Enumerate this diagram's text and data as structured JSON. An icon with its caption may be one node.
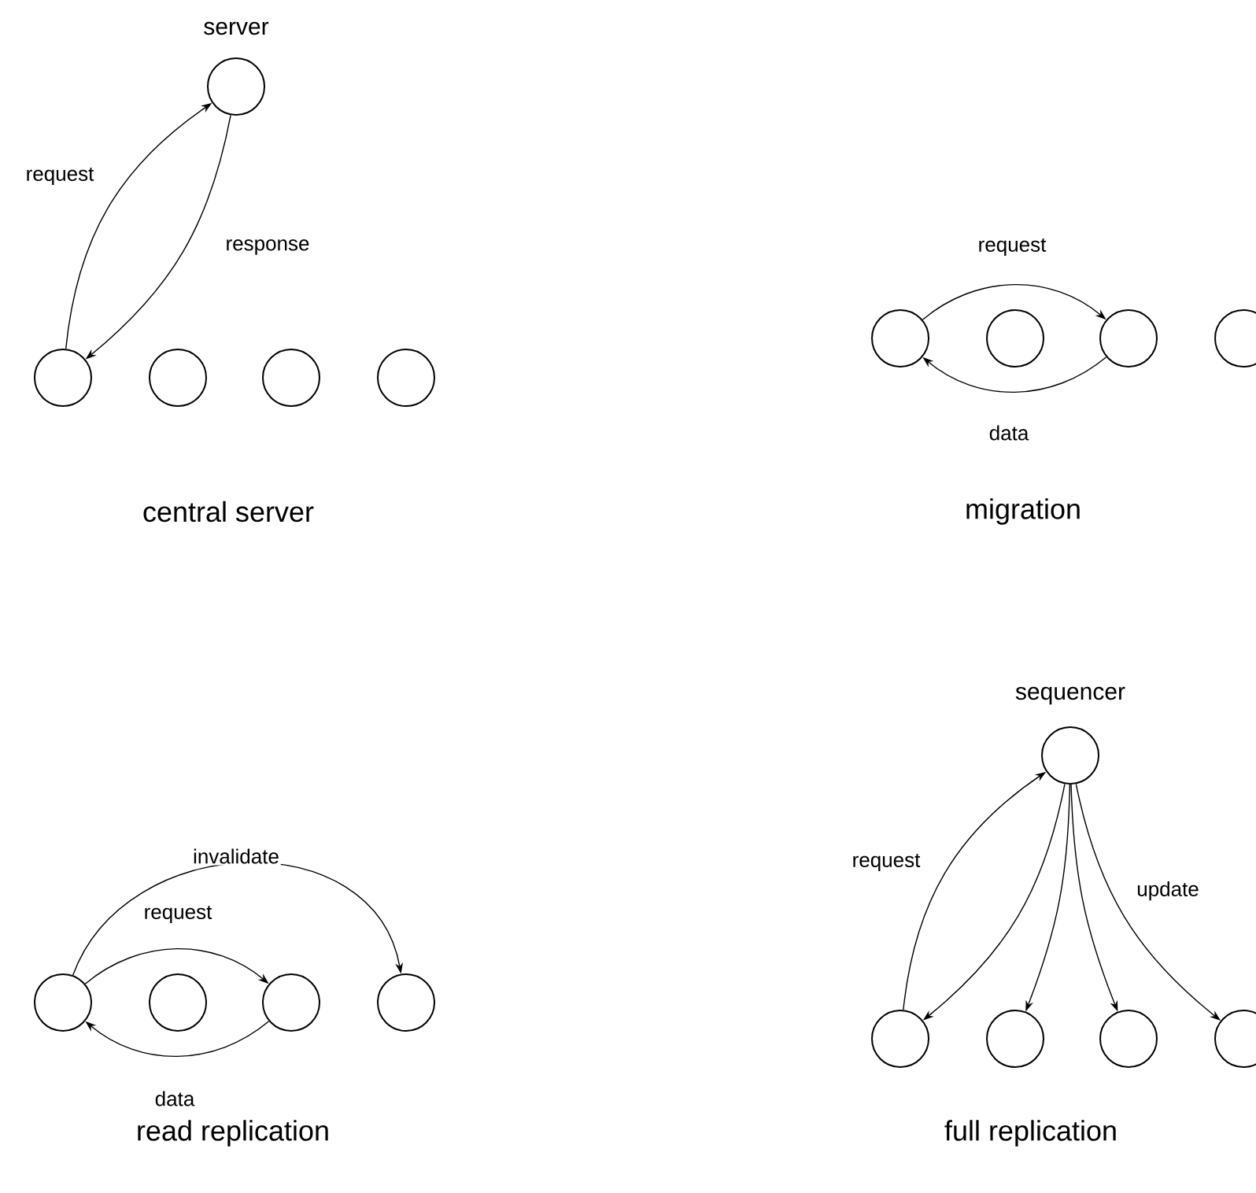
{
  "diagram": {
    "nodes": [
      {
        "text": [],
        "shape": "circle",
        "beside": [
          "server"
        ]
      },
      {
        "text": [],
        "shape": "circle"
      },
      {
        "text": [],
        "shape": "circle"
      },
      {
        "text": [],
        "shape": "circle"
      },
      {
        "text": [],
        "shape": "circle"
      },
      {
        "text": [],
        "shape": "circle"
      },
      {
        "text": [],
        "shape": "circle"
      },
      {
        "text": [],
        "shape": "circle"
      },
      {
        "text": [],
        "shape": "circle"
      },
      {
        "text": [],
        "shape": "circle"
      },
      {
        "text": [],
        "shape": "circle"
      },
      {
        "text": [],
        "shape": "circle"
      },
      {
        "text": [],
        "shape": "circle"
      },
      {
        "text": [],
        "shape": "circle",
        "beside": [
          "sequencer"
        ]
      },
      {
        "text": [],
        "shape": "circle"
      },
      {
        "text": [],
        "shape": "circle"
      },
      {
        "text": [],
        "shape": "circle"
      },
      {
        "text": [],
        "shape": "circle"
      }
    ],
    "edges": [
      {
        "from": 1,
        "to": 0,
        "arrow": "to",
        "label": "request"
      },
      {
        "from": 0,
        "to": 1,
        "arrow": "to",
        "label": "response"
      },
      {
        "from": 5,
        "to": 7,
        "arrow": "to",
        "label": "request"
      },
      {
        "from": 7,
        "to": 5,
        "arrow": "to",
        "label": "data"
      },
      {
        "from": 9,
        "to": 12,
        "arrow": "to",
        "label": "invalidate"
      },
      {
        "from": 9,
        "to": 11,
        "arrow": "to",
        "label": "request"
      },
      {
        "from": 11,
        "to": 9,
        "arrow": "to",
        "label": "data"
      },
      {
        "from": 14,
        "to": 13,
        "arrow": "to",
        "label": "request"
      },
      {
        "from": 13,
        "to": 14,
        "arrow": "to"
      },
      {
        "from": 13,
        "to": 15,
        "arrow": "to"
      },
      {
        "from": 13,
        "to": 16,
        "arrow": "to"
      },
      {
        "from": 13,
        "to": 17,
        "arrow": "to",
        "label": "update"
      }
    ],
    "labels": [
      "central server",
      "migration",
      "read replication",
      "full replication"
    ]
  }
}
